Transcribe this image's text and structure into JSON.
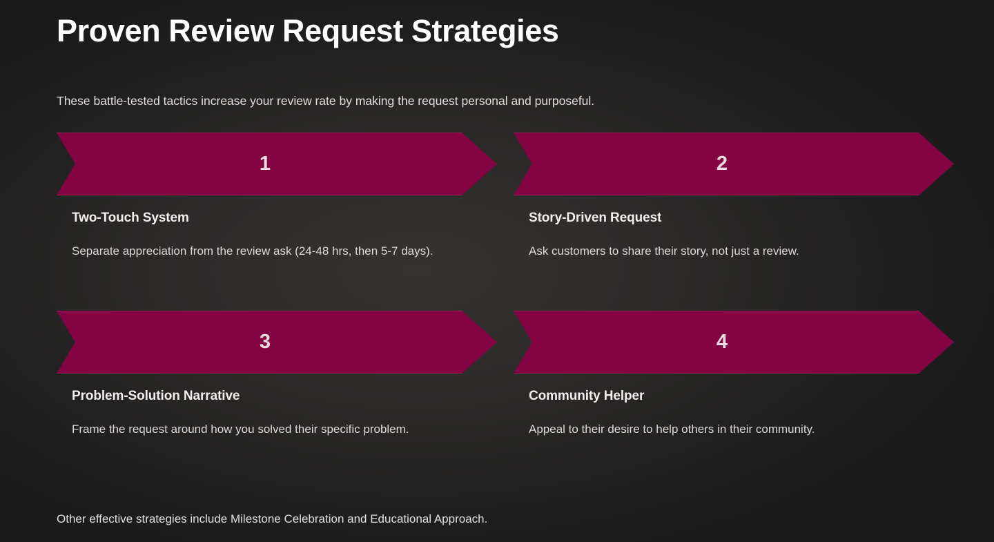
{
  "slide": {
    "title": "Proven Review Request Strategies",
    "subtitle": "These battle-tested tactics increase your review rate by making the request personal and purposeful.",
    "footer_note": "Other effective strategies include Milestone Celebration and Educational Approach.",
    "accent_color": "#840342",
    "accent_border_color": "#9a1a58",
    "number_color": "#e7dce1",
    "background_color": "#1a1a1a",
    "background_center_color": "#353331",
    "title_color": "#ffffff",
    "body_text_color": "#ddd9d8"
  },
  "strategies": [
    {
      "number": "1",
      "title": "Two-Touch System",
      "description": "Separate appreciation from the review ask (24-48 hrs, then 5-7 days)."
    },
    {
      "number": "2",
      "title": "Story-Driven Request",
      "description": "Ask customers to share their story, not just a review."
    },
    {
      "number": "3",
      "title": "Problem-Solution Narrative",
      "description": "Frame the request around how you solved their specific problem."
    },
    {
      "number": "4",
      "title": "Community Helper",
      "description": "Appeal to their desire to help others in their community."
    }
  ]
}
